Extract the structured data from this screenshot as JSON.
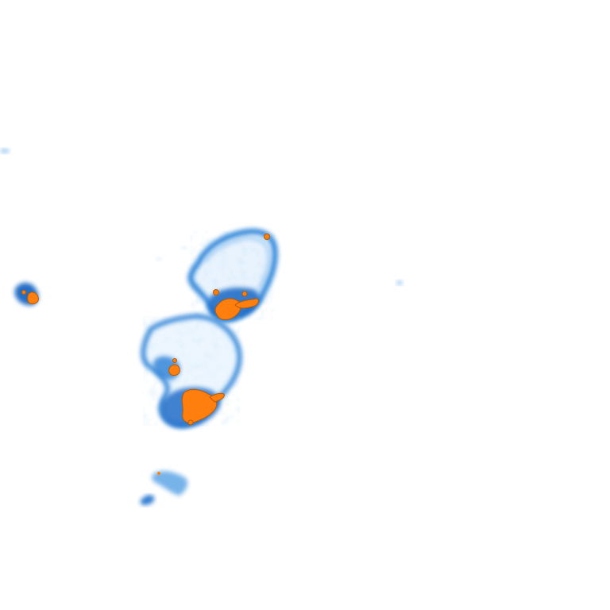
{
  "image": {
    "description_type": "heatmap-overlay",
    "background_color": "#ffffff",
    "palette": {
      "faint": "#d6ebfb",
      "light": "#9ccaf2",
      "medium": "#4a98e2",
      "strong": "#0b66c8",
      "hot": "#ff7f0e",
      "hot_edge": "#b85a00"
    },
    "regions": [
      {
        "name": "upper-lobe",
        "intensity": "medium",
        "has_hotspot": true
      },
      {
        "name": "lower-lobe",
        "intensity": "medium",
        "has_hotspot": true
      },
      {
        "name": "left-small-blob",
        "intensity": "strong",
        "has_hotspot": true
      },
      {
        "name": "bottom-small-blob",
        "intensity": "light",
        "has_hotspot": false
      },
      {
        "name": "right-speck",
        "intensity": "faint",
        "has_hotspot": false
      },
      {
        "name": "far-left-speck",
        "intensity": "faint",
        "has_hotspot": false
      }
    ]
  }
}
